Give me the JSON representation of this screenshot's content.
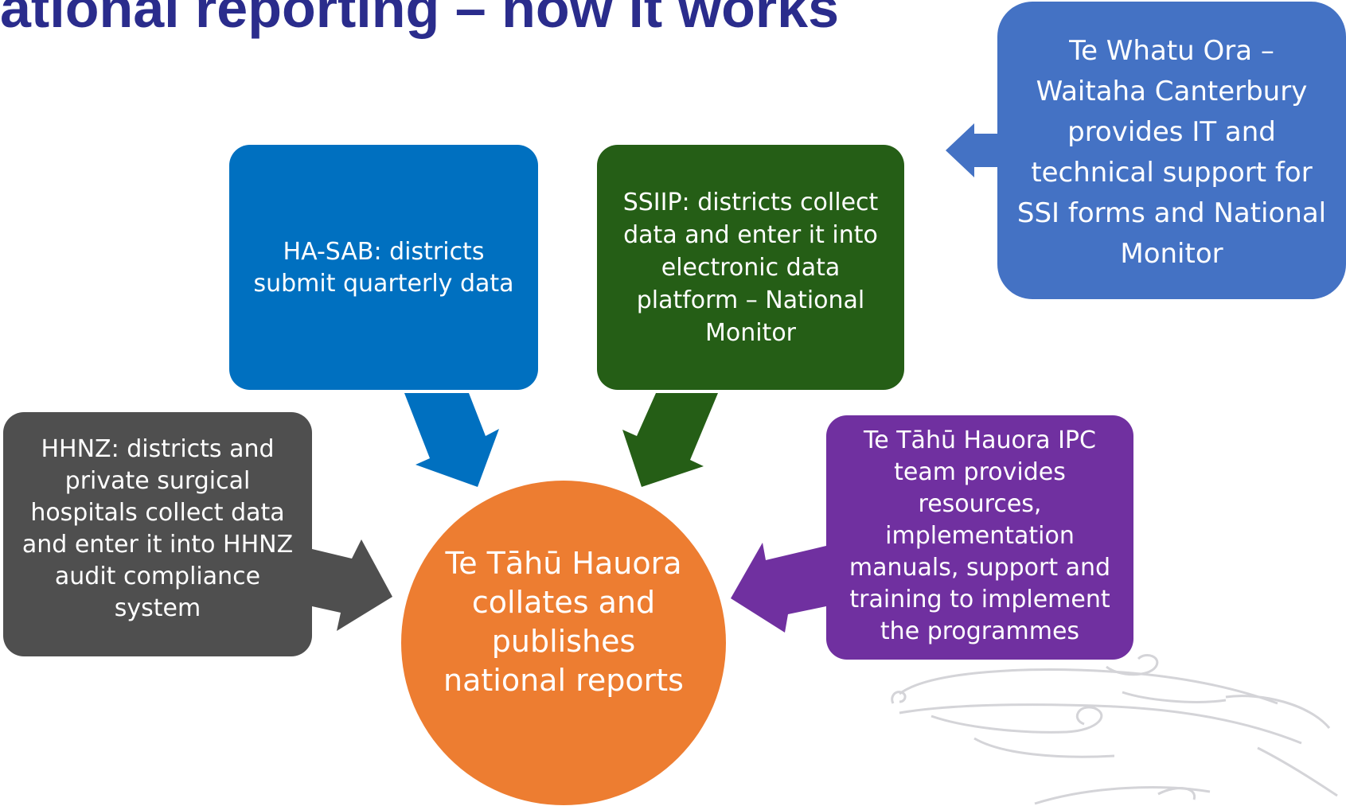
{
  "title": "ational reporting – how it works",
  "colors": {
    "title": "#2a2c8c",
    "hasab": "#0070c0",
    "ssiip": "#255e16",
    "whatu_ora": "#4472c4",
    "hhnz": "#4f4f4f",
    "ipc": "#7030a0",
    "center": "#ed7d31",
    "pattern": "#d4d4d8"
  },
  "nodes": {
    "hasab": "HA-SAB: districts submit quarterly data",
    "ssiip": "SSIIP: districts collect data and enter it into electronic data platform – National Monitor",
    "whatu_ora": "Te Whatu Ora – Waitaha Canterbury provides IT and technical support for SSI forms and National Monitor",
    "hhnz": "HHNZ: districts and private surgical hospitals collect data and enter it into HHNZ audit compliance system",
    "ipc": "Te Tāhū Hauora IPC team provides resources, implementation manuals, support and training to implement the programmes",
    "center": "Te Tāhū Hauora collates and publishes national reports"
  }
}
